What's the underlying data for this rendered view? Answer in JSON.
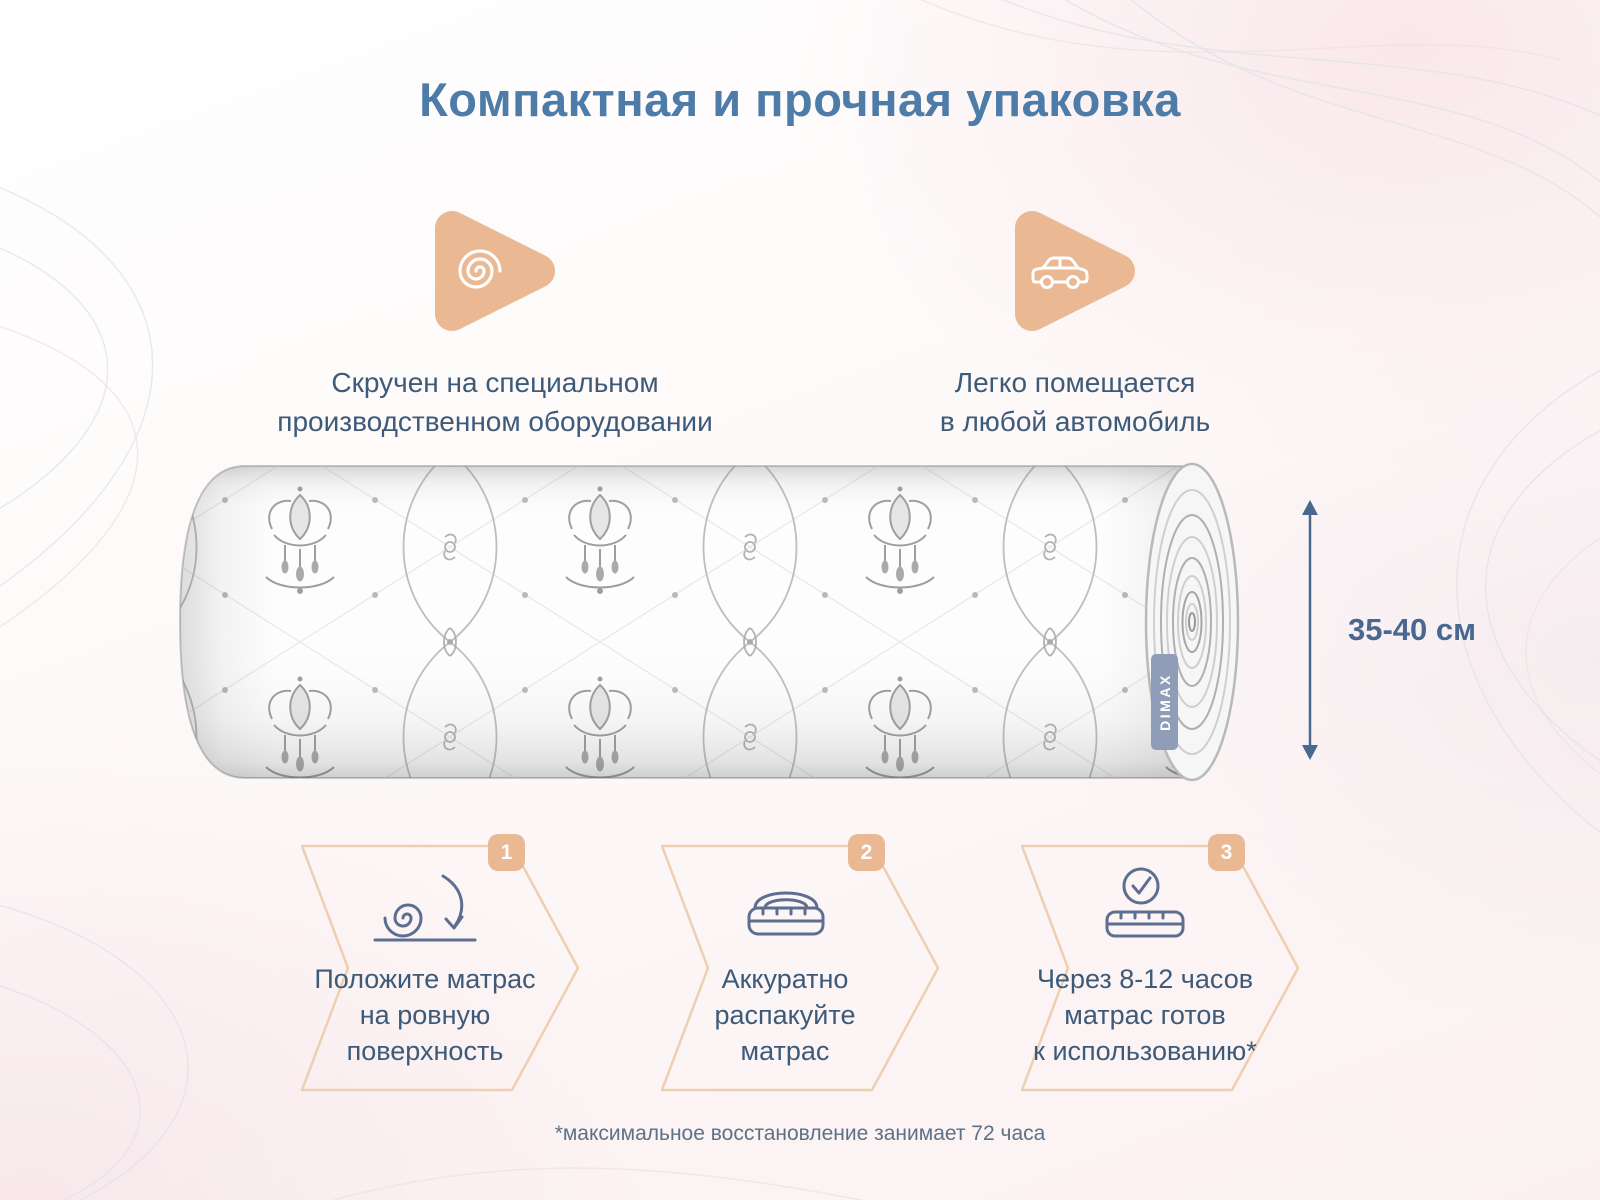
{
  "page": {
    "title": "Компактная и прочная упаковка"
  },
  "features": [
    {
      "icon": "spiral-icon",
      "text": "Скручен на специальном\nпроизводственном оборудовании"
    },
    {
      "icon": "car-icon",
      "text": "Легко помещается\nв любой автомобиль"
    }
  ],
  "mattress": {
    "brand_label": "DIMAX",
    "height_label": "35-40 см"
  },
  "steps": [
    {
      "number": "1",
      "icon": "place-mattress-icon",
      "text": "Положите матрас\nна ровную\nповерхность"
    },
    {
      "number": "2",
      "icon": "unpack-mattress-icon",
      "text": "Аккуратно\nраспакуйте\nматрас"
    },
    {
      "number": "3",
      "icon": "mattress-ready-check-icon",
      "text": "Через 8-12 часов\nматрас готов\nк использованию*"
    }
  ],
  "footnote": "*максимальное восстановление занимает 72 часа",
  "colors": {
    "accent_peach": "#eab893",
    "chevron_outline": "#edcfb2",
    "title_blue": "#4e7ca9",
    "text_blue": "#3d5a78",
    "arrow_blue": "#48688f",
    "brand_label_bg": "#8f9db8",
    "icon_stroke": "#5c6f91",
    "pattern_gray": "#8a8a8a"
  }
}
